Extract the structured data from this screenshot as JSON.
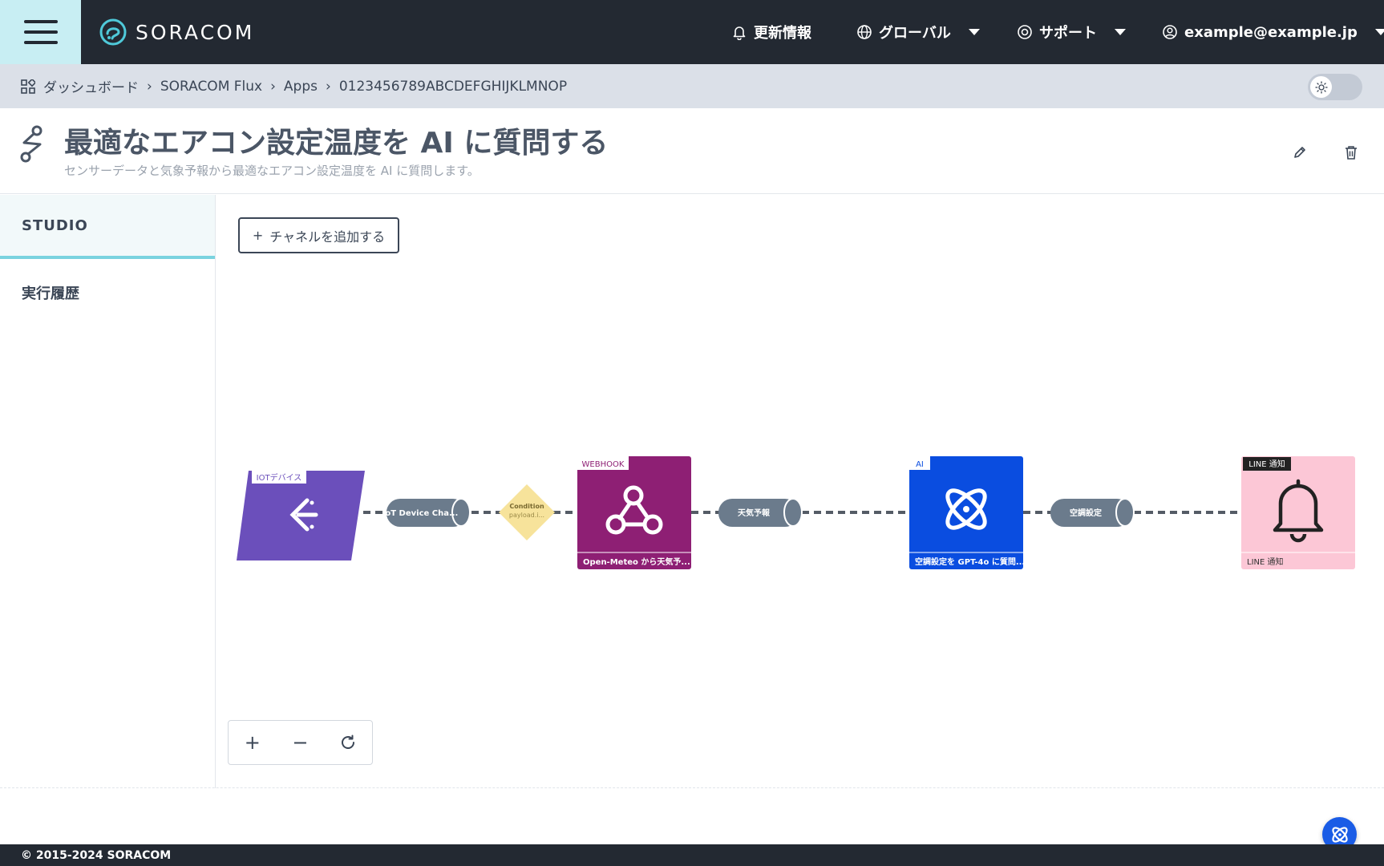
{
  "header": {
    "brand": "SORACOM",
    "nav": {
      "updates": "更新情報",
      "region": "グローバル",
      "support": "サポート",
      "account": "example@example.jp"
    }
  },
  "breadcrumb": {
    "items": [
      "ダッシュボード",
      "SORACOM Flux",
      "Apps",
      "0123456789ABCDEFGHIJKLMNOP"
    ]
  },
  "page": {
    "title": "最適なエアコン設定温度を AI に質問する",
    "subtitle": "センサーデータと気象予報から最適なエアコン設定温度を AI に質問します。"
  },
  "sidenav": {
    "tabs": [
      "STUDIO",
      "実行履歴"
    ],
    "active": "STUDIO"
  },
  "canvas": {
    "add_channel_label": "チャネルを追加する",
    "nodes": {
      "iot": {
        "tag": "IOTデバイス"
      },
      "channel_iot": {
        "label": "IoT Device Cha..."
      },
      "condition": {
        "title": "Condition",
        "expr": "payload.i..."
      },
      "webhook": {
        "tag": "WEBHOOK",
        "label": "Open-Meteo から天気予..."
      },
      "channel_weather": {
        "label": "天気予報"
      },
      "ai": {
        "tag": "AI",
        "label": "空調設定を GPT-4o に質問..."
      },
      "channel_ac": {
        "label": "空調設定"
      },
      "line": {
        "tag": "LINE 通知",
        "label": "LINE 通知"
      }
    }
  },
  "zoom": {
    "in": "+",
    "out": "−"
  },
  "footer": {
    "copyright": "© 2015-2024 SORACOM"
  },
  "colors": {
    "header_bg": "#232932",
    "menu_bg": "#c8eef3",
    "iot_node": "#6b4fbb",
    "webhook_node": "#8e1f74",
    "ai_node": "#0a4de0",
    "line_node": "#fcc7d6",
    "channel": "#6b7b8c",
    "condition": "#f7e39b",
    "fab": "#1a5ce6"
  }
}
